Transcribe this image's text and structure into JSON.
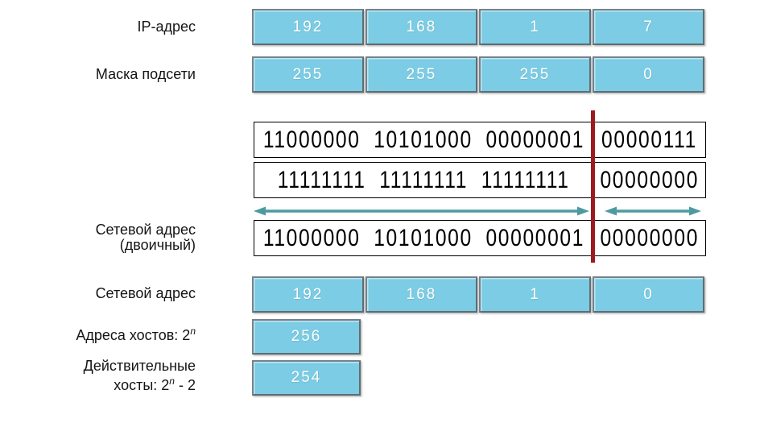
{
  "diagram": {
    "title": "IP subnetting example (Russian)",
    "rows": {
      "ip_address": {
        "label": "IP-адрес",
        "octets": [
          "192",
          "168",
          "1",
          "7"
        ]
      },
      "subnet_mask": {
        "label": "Маска подсети",
        "octets": [
          "255",
          "255",
          "255",
          "0"
        ]
      },
      "binary_ip": {
        "network_part": "11000000 10101000 00000001",
        "host_part": "00000111"
      },
      "binary_mask": {
        "network_part": "11111111 11111111 11111111",
        "host_part": "00000000"
      },
      "binary_network": {
        "label_line1": "Сетевой адрес",
        "label_line2": "(двоичный)",
        "network_part": "11000000 10101000 00000001",
        "host_part": "00000000"
      },
      "network_address": {
        "label": "Сетевой адрес",
        "octets": [
          "192",
          "168",
          "1",
          "0"
        ]
      },
      "host_addresses": {
        "label_prefix": "Адреса хостов: 2",
        "label_sup": "n",
        "value": "256"
      },
      "usable_hosts": {
        "label_line1": "Действительные",
        "label_line2_prefix": "хосты: 2",
        "label_line2_sup": "n",
        "label_line2_suffix": " - 2",
        "value": "254"
      }
    },
    "colors": {
      "cell_fill": "#7bcce4",
      "cell_border": "#5f6d73",
      "arrow": "#4d9aa1",
      "divider": "#9c1b20"
    }
  }
}
